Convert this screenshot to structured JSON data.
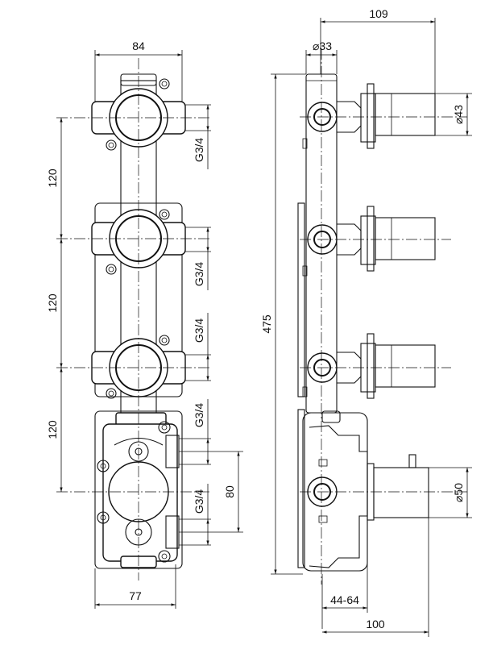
{
  "drawing": {
    "front_view": {
      "width_top": "84",
      "width_bottom": "77",
      "spacing_1": "120",
      "spacing_2": "120",
      "spacing_3": "120",
      "thread_1": "G3/4",
      "thread_2": "G3/4",
      "thread_3": "G3/4",
      "thread_4": "G3/4",
      "thread_5": "G3/4",
      "outlet_spacing": "80"
    },
    "side_view": {
      "total_depth": "109",
      "pipe_diameter": "⌀33",
      "handle_diameter": "⌀43",
      "height": "475",
      "mixer_diameter": "⌀50",
      "adjust_range": "44-64",
      "base_depth": "100"
    }
  }
}
